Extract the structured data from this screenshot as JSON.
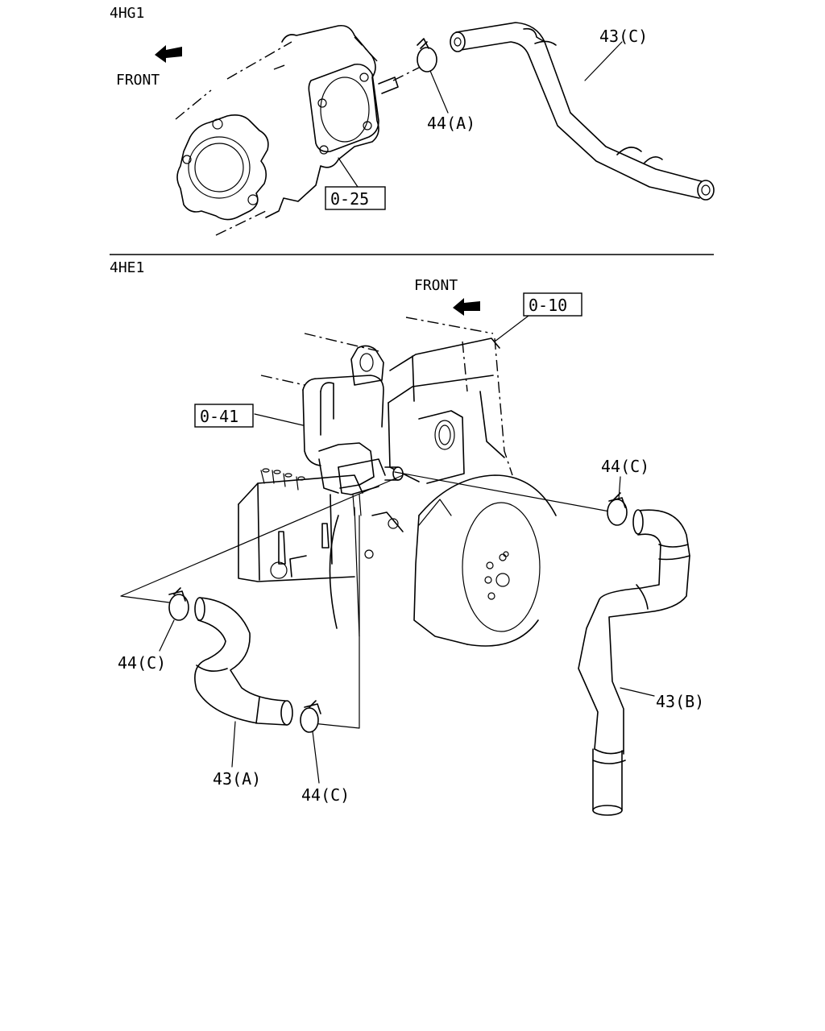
{
  "sections": {
    "top": {
      "variant": "4HG1",
      "front": "FRONT"
    },
    "bottom": {
      "variant": "4HE1",
      "front": "FRONT"
    }
  },
  "callouts": {
    "top_hose": "43(C)",
    "top_clamp": "44(A)",
    "top_ref": "0-25",
    "ref_010": "0-10",
    "ref_041": "0-41",
    "clamp_right": "44(C)",
    "clamp_left": "44(C)",
    "clamp_bottom": "44(C)",
    "hose_a": "43(A)",
    "hose_b": "43(B)"
  },
  "icons": [
    "front-arrow-icon"
  ]
}
